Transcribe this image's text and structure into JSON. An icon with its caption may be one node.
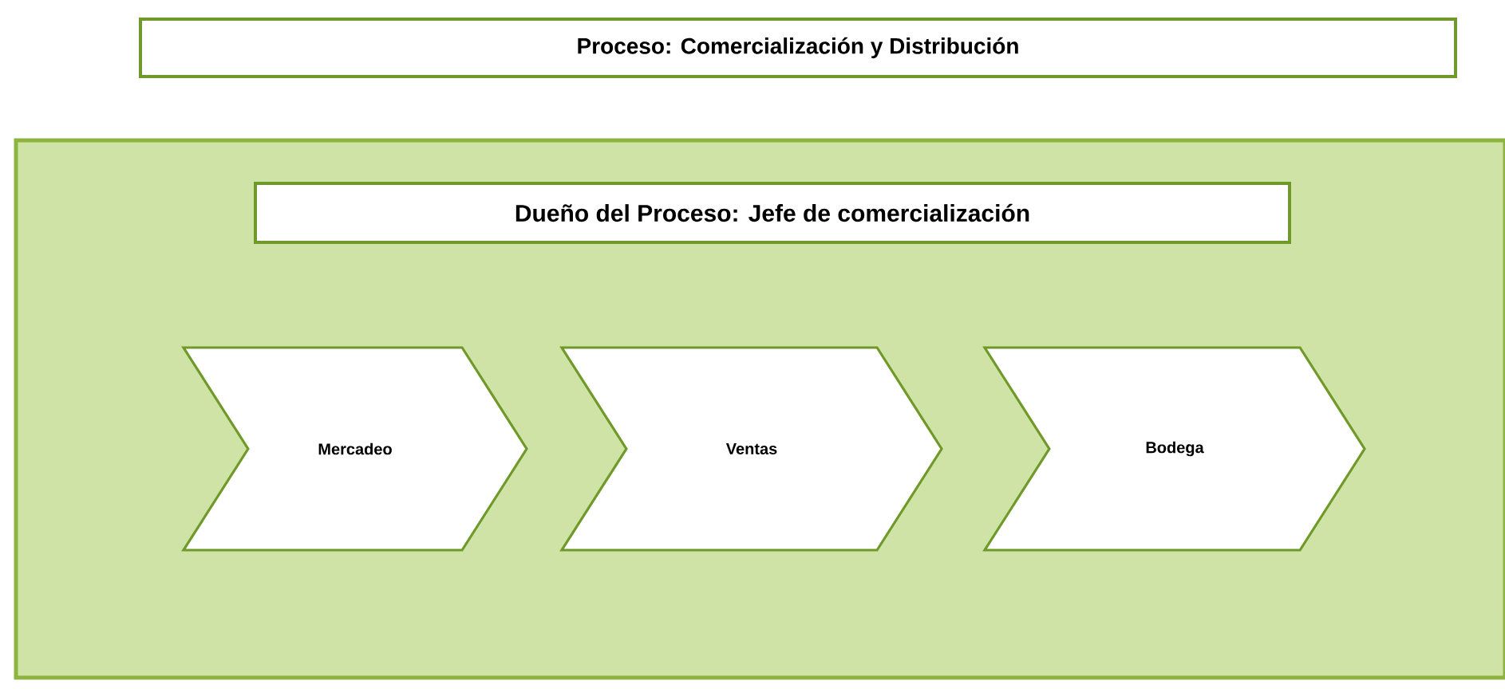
{
  "diagram": {
    "nodes": [
      {
        "text": [
          "Proceso:  Comercialización  y Distribución"
        ]
      },
      {
        "text": [],
        "shape": "box"
      },
      {
        "text": [
          "Dueño del Proceso: Jefe de comercialización"
        ],
        "in": 1
      },
      {
        "text": [
          "Mercadeo"
        ],
        "in": 1
      },
      {
        "text": [
          "Ventas"
        ],
        "in": 1
      },
      {
        "text": [
          "Bodega"
        ],
        "in": 1
      }
    ]
  }
}
